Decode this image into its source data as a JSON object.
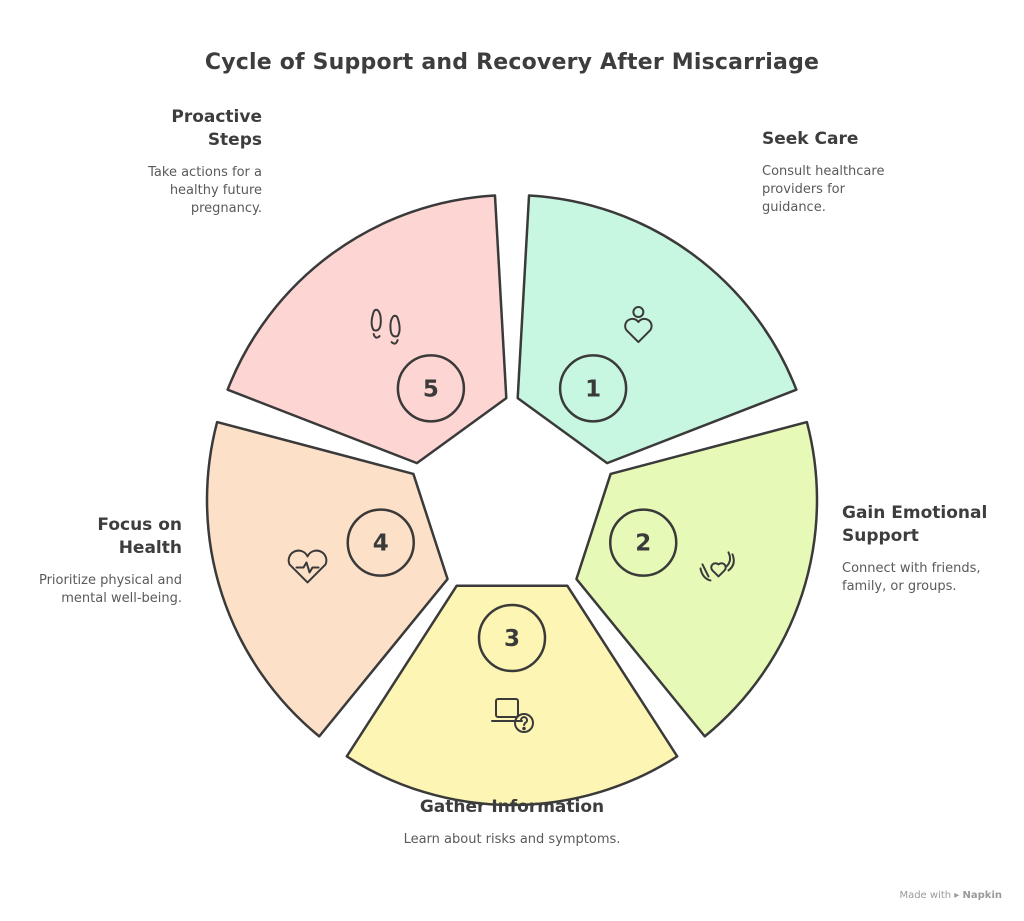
{
  "title": "Cycle of Support and Recovery After Miscarriage",
  "steps": [
    {
      "number": "1",
      "heading": "Seek Care",
      "description": "Consult healthcare providers for guidance.",
      "icon": "person-heart-icon",
      "color": "#c8f7e1"
    },
    {
      "number": "2",
      "heading": "Gain Emotional Support",
      "description": "Connect with friends, family, or groups.",
      "icon": "hands-heart-icon",
      "color": "#e6f9b6"
    },
    {
      "number": "3",
      "heading": "Gather Information",
      "description": "Learn about risks and symptoms.",
      "icon": "laptop-question-icon",
      "color": "#fdf5b4"
    },
    {
      "number": "4",
      "heading": "Focus on Health",
      "description": "Prioritize physical and mental well-being.",
      "icon": "heartbeat-icon",
      "color": "#fde0c8"
    },
    {
      "number": "5",
      "heading": "Proactive Steps",
      "description": "Take actions for a healthy future pregnancy.",
      "icon": "footprints-icon",
      "color": "#fdd6d4"
    }
  ],
  "footer": {
    "prefix": "Made with",
    "brand": "Napkin"
  }
}
